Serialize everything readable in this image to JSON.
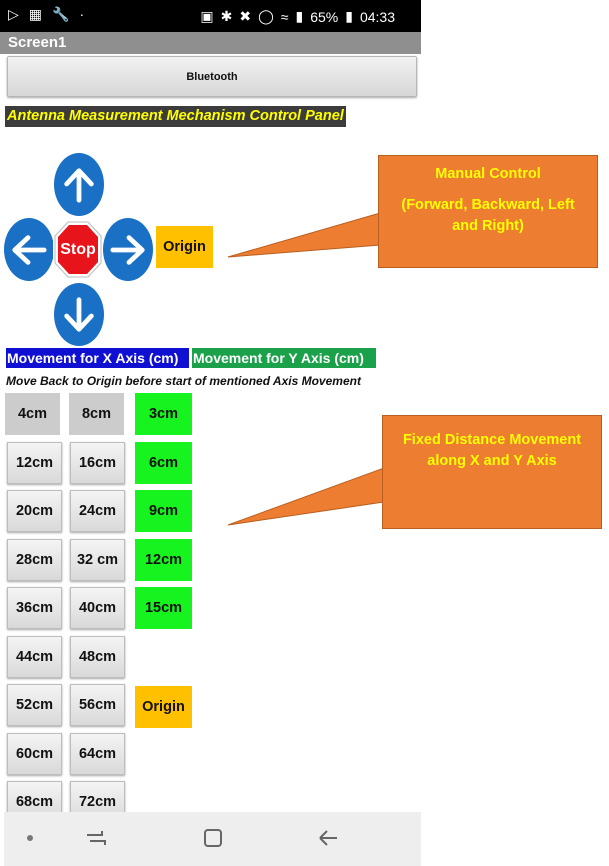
{
  "status_bar": {
    "battery": "65%",
    "time": "04:33"
  },
  "screen": {
    "title": "Screen1"
  },
  "bluetooth_button": "Bluetooth",
  "panel_title": "Antenna Measurement  Mechanism Control Panel",
  "manual_control": {
    "stop_label": "Stop",
    "origin_label": "Origin"
  },
  "axis_labels": {
    "x": "Movement for X Axis (cm)",
    "y": "Movement for Y Axis (cm)"
  },
  "note": "Move Back to Origin before start of mentioned Axis Movement",
  "x_buttons": [
    "4cm",
    "8cm",
    "12cm",
    "16cm",
    "20cm",
    "24cm",
    "28cm",
    "32 cm",
    "36cm",
    "40cm",
    "44cm",
    "48cm",
    "52cm",
    "56cm",
    "60cm",
    "64cm",
    "68cm",
    "72cm"
  ],
  "y_buttons": [
    "3cm",
    "6cm",
    "9cm",
    "12cm",
    "15cm"
  ],
  "y_origin_label": "Origin",
  "callouts": {
    "manual_title": "Manual Control",
    "manual_detail": "(Forward, Backward, Left and Right)",
    "fixed": "Fixed Distance Movement along X and Y Axis"
  },
  "colors": {
    "arrow_blue": "#1a70c5",
    "stop_red": "#e8141b",
    "origin_yellow": "#ffc000",
    "y_green": "#17f31f",
    "x_axis_blue": "#1010d2",
    "y_axis_green": "#1ba14a",
    "callout_orange": "#ed7d31",
    "callout_text": "#ffff00"
  },
  "icons": {
    "status_left": [
      "play-store-icon",
      "gallery-icon",
      "wrench-icon",
      "dot-icon"
    ],
    "status_right": [
      "nfc-icon",
      "bluetooth-icon",
      "mute-icon",
      "alarm-icon",
      "wifi-icon",
      "signal-icon",
      "battery-icon"
    ],
    "nav": [
      "dot-icon",
      "recent-apps-icon",
      "home-icon",
      "back-icon"
    ]
  }
}
